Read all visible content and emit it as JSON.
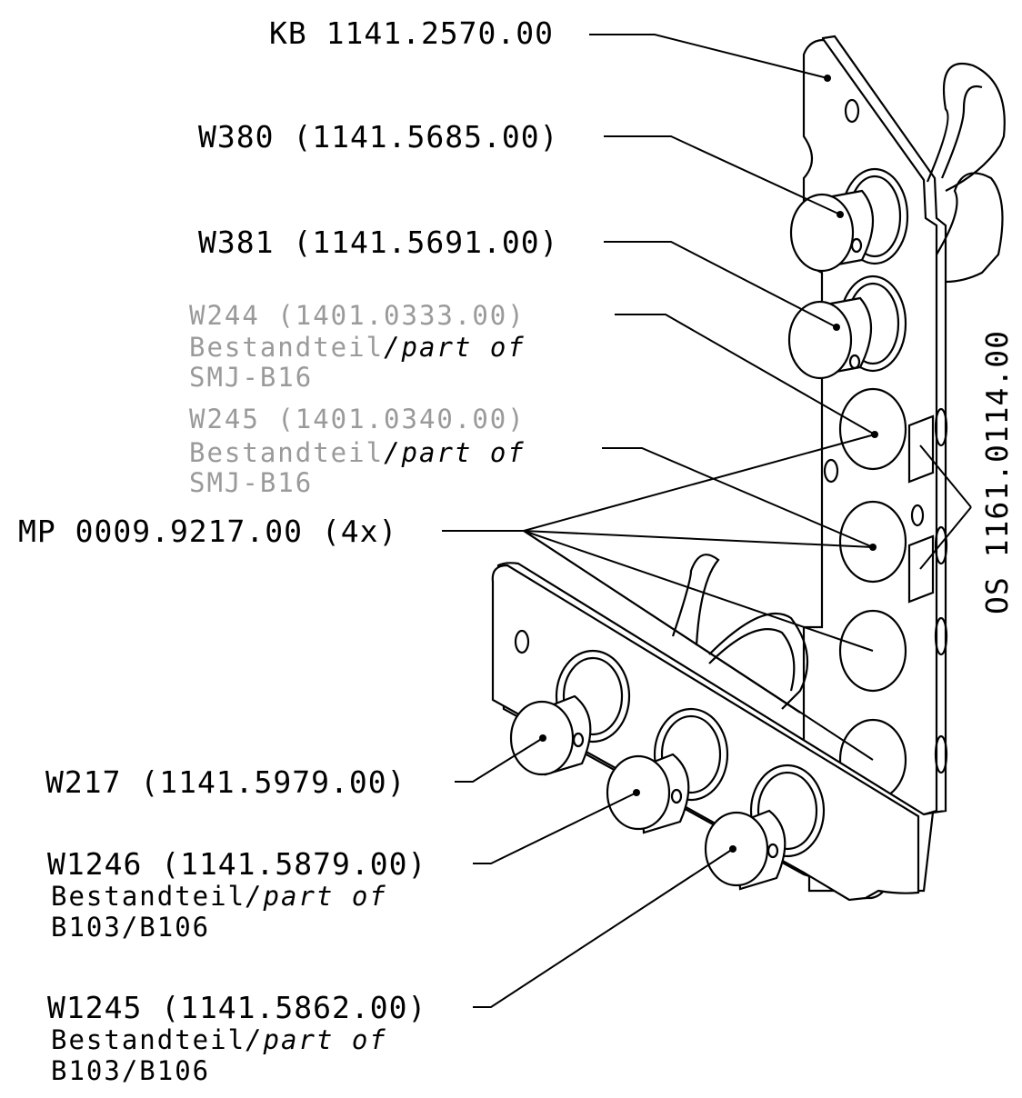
{
  "labels": {
    "kb": "KB 1141.2570.00",
    "w380": "W380 (1141.5685.00)",
    "w381": "W381 (1141.5691.00)",
    "w244": "W244 (1401.0333.00)",
    "w244_note": "Bestandteil",
    "w244_note_en": "/part of",
    "w244_assembly": "SMJ-B16",
    "w245": "W245 (1401.0340.00)",
    "w245_note": "Bestandteil",
    "w245_note_en": "/part of",
    "w245_assembly": "SMJ-B16",
    "mp": "MP 0009.9217.00 (4x)",
    "os": "OS 1161.0114.00",
    "w217": "W217 (1141.5979.00)",
    "w1246": "W1246 (1141.5879.00)",
    "w1246_note": "Bestandteil",
    "w1246_note_en": "/part of",
    "w1246_assembly": "B103/B106",
    "w1245": "W1245 (1141.5862.00)",
    "w1245_note": "Bestandteil",
    "w1245_note_en": "/part of",
    "w1245_assembly": "B103/B106"
  },
  "colors": {
    "line": "#000000",
    "grey_text": "#9a9a9a",
    "background": "#ffffff"
  }
}
